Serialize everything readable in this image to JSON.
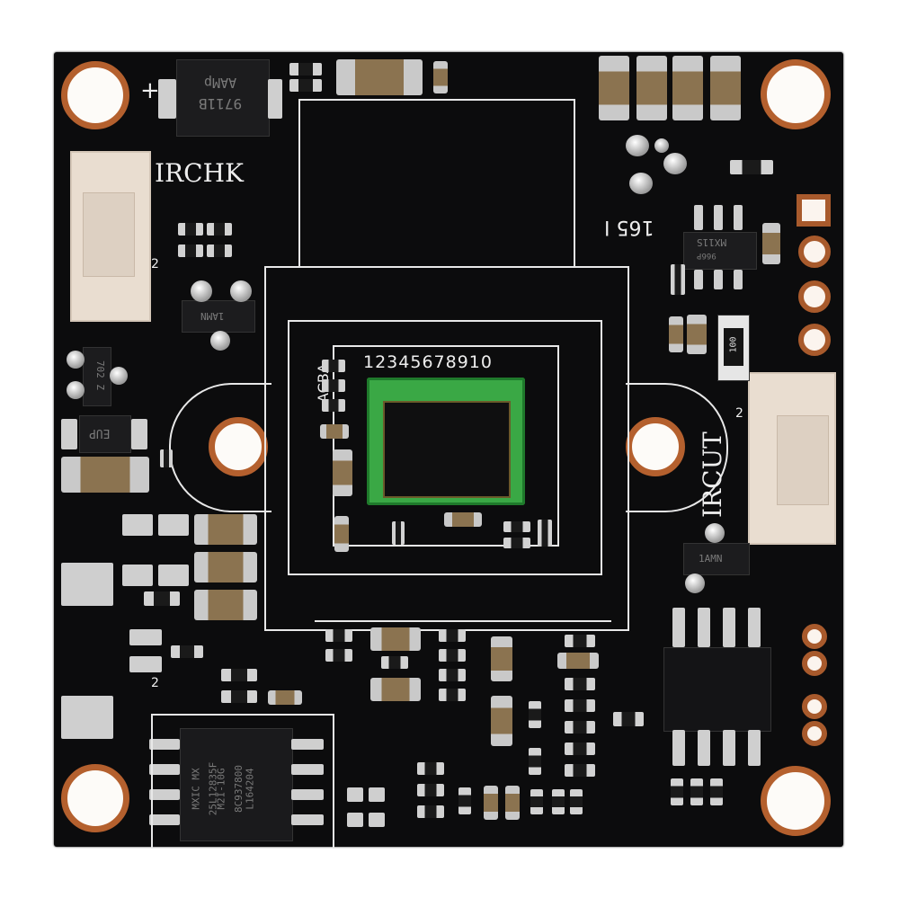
{
  "image": {
    "subject": "Camera module PCB (top view)",
    "board_color": "#0c0c0d",
    "silkscreen_color": "#e8e8e8",
    "copper_color": "#b4602e",
    "sensor_frame_color": "#3aa845",
    "connector_color": "#e9ddd0"
  },
  "silkscreen": {
    "irchk_label": "IRCHK",
    "ircut_label": "IRCUT",
    "polarity_plus": "+",
    "sensor_pin_numbers": "12345678910",
    "sensor_side_label": "ACBA",
    "ic_ref_165": "165 I",
    "connector_pin_2_left": "2",
    "connector_pin_2_right": "2",
    "pin_2_mid_left": "2"
  },
  "component_markings": {
    "diode_top": [
      "AAMp",
      "9711B"
    ],
    "sot23_left_upper": "1AMN",
    "sot23_left_zener": "702 Z",
    "sot23_eup": "EUP",
    "sot23_right": "1AMN",
    "sot23_6_top_right": [
      "MX11S",
      "966P"
    ],
    "resistor_right": "100",
    "flash_chip": [
      "MXIC MX",
      "25L12835F",
      "M2I-10G",
      "8C937800",
      "L164204"
    ]
  }
}
